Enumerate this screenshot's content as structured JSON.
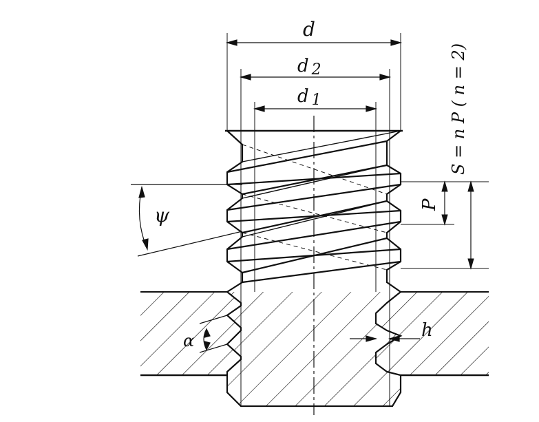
{
  "labels": {
    "d": "d",
    "d2": "d",
    "d2_sub": "2",
    "d1": "d",
    "d1_sub": "1",
    "lead": "S = n P ( n = 2)",
    "pitch": "P",
    "helix_angle": "ψ",
    "thread_angle": "α",
    "thread_depth": "h"
  },
  "colors": {
    "ink": "#111111",
    "background": "#ffffff"
  }
}
